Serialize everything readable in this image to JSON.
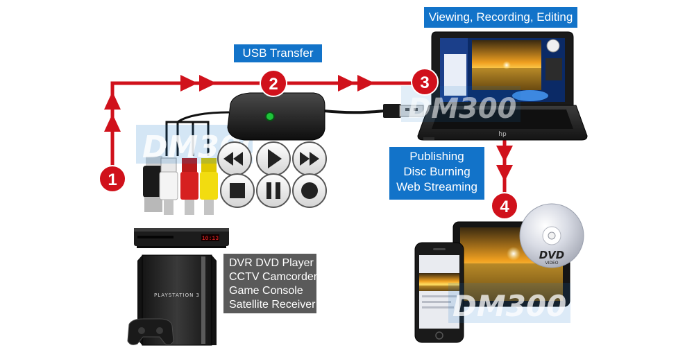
{
  "labels": {
    "usb_transfer": "USB Transfer",
    "viewing": "Viewing, Recording, Editing",
    "publishing": [
      "Publishing",
      "Disc Burning",
      "Web Streaming"
    ]
  },
  "sources": [
    "DVR DVD Player",
    "CCTV Camcorder",
    "Game Console",
    "Satellite Receiver"
  ],
  "steps": [
    "1",
    "2",
    "3",
    "4"
  ],
  "watermark": "DM300",
  "device_labels": {
    "console": "PLAYSTATION 3",
    "dvd": "DVD",
    "dvd_sub": "VIDEO",
    "player_display": "10:13",
    "laptop_brand": "hp"
  },
  "colors": {
    "arrow_red": "#d0111b",
    "label_blue": "#1273c9",
    "source_gray": "#5a5a5a"
  },
  "media_controls": [
    "rewind-icon",
    "play-icon",
    "fast-forward-icon",
    "stop-icon",
    "pause-icon",
    "record-icon"
  ]
}
